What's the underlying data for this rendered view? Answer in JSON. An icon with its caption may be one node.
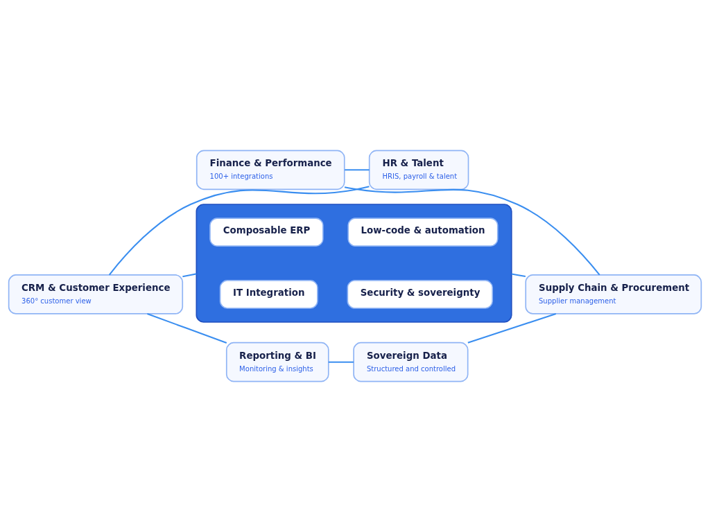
{
  "diagram": {
    "nodes": [
      {
        "text": [
          "Finance & Performance",
          "100+ integrations"
        ]
      },
      {
        "text": [
          "HR & Talent",
          "HRIS, payroll & talent"
        ]
      },
      {
        "text": [],
        "shape": "box"
      },
      {
        "text": [
          "CRM & Customer Experience",
          "360° customer view"
        ]
      },
      {
        "text": [
          "Composable ERP"
        ],
        "in": 2
      },
      {
        "text": [
          "Low-code & automation"
        ],
        "in": 2
      },
      {
        "text": [
          "Supply Chain & Procurement",
          "Supplier management"
        ]
      },
      {
        "text": [
          "IT Integration"
        ],
        "in": 2
      },
      {
        "text": [
          "Security & sovereignty"
        ],
        "in": 2
      },
      {
        "text": [
          "Sovereign Data",
          "Structured and controlled"
        ]
      },
      {
        "text": [
          "Reporting & BI",
          "Monitoring & insights"
        ]
      }
    ],
    "edges": [
      {
        "from": 0,
        "to": 1,
        "arrow": "none"
      },
      {
        "from": 1,
        "to": 3,
        "arrow": "none"
      },
      {
        "from": 3,
        "to": 10,
        "arrow": "none"
      },
      {
        "from": 10,
        "to": 9,
        "arrow": "none"
      },
      {
        "from": 9,
        "to": 6,
        "arrow": "none"
      },
      {
        "from": 6,
        "to": 0,
        "arrow": "none"
      },
      {
        "from": 2,
        "to": 3,
        "arrow": "none"
      },
      {
        "from": 2,
        "to": 6,
        "arrow": "none"
      }
    ]
  }
}
